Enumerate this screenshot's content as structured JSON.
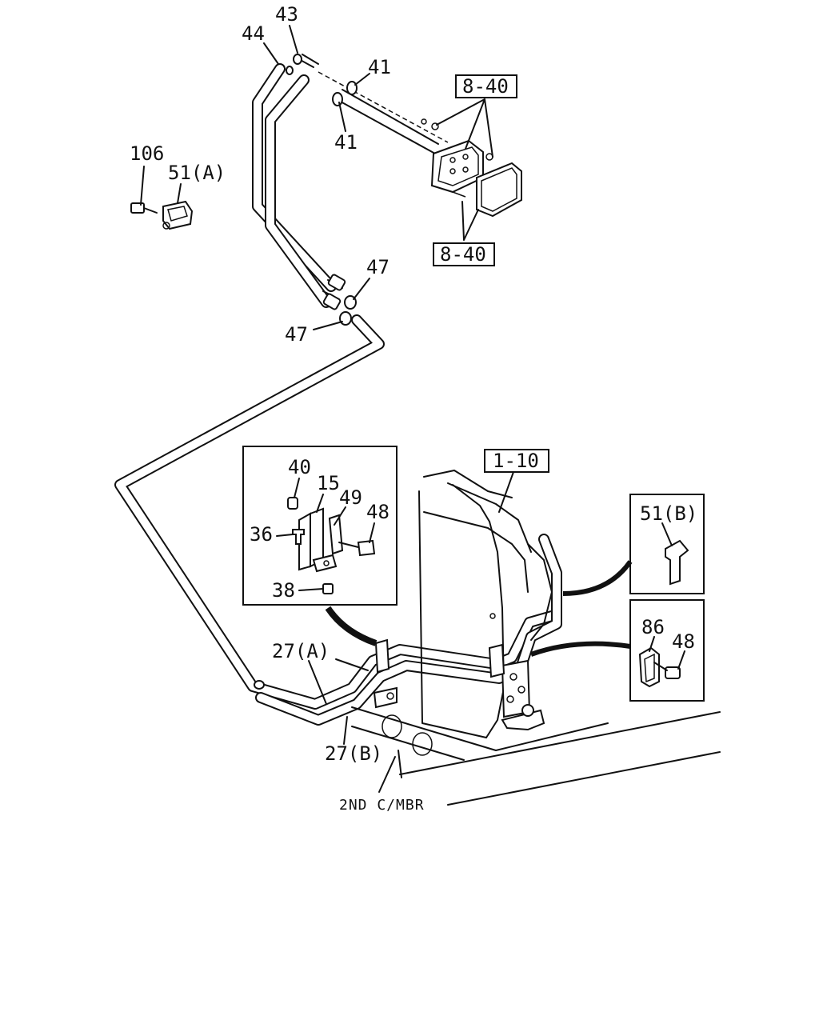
{
  "callouts": {
    "p43": "43",
    "p44": "44",
    "p41_top": "41",
    "p41_bottom": "41",
    "p106": "106",
    "p51a": "51(A)",
    "p47_right": "47",
    "p47_left": "47",
    "p40": "40",
    "p15": "15",
    "p49": "49",
    "p48_inset": "48",
    "p36": "36",
    "p38": "38",
    "p27a": "27(A)",
    "p27b": "27(B)",
    "p51b": "51(B)",
    "p86": "86",
    "p48_right": "48"
  },
  "references": {
    "ref_8_40_top": "8-40",
    "ref_8_40_bottom": "8-40",
    "ref_1_10": "1-10"
  },
  "annotations": {
    "crossmember": "2ND C/MBR"
  }
}
